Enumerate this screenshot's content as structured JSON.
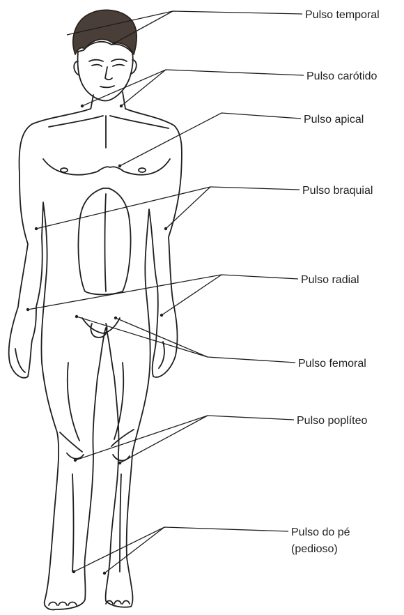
{
  "labels": {
    "temporal": "Pulso temporal",
    "carotid": "Pulso carótido",
    "apical": "Pulso apical",
    "brachial": "Pulso braquial",
    "radial": "Pulso radial",
    "femoral": "Pulso femoral",
    "popliteal": "Pulso poplíteo",
    "pedal_line1": "Pulso do pé",
    "pedal_line2": "(pedioso)"
  },
  "colors": {
    "ink": "#1e1e1e",
    "hair": "#4a3f38",
    "skin": "#ffffff"
  }
}
